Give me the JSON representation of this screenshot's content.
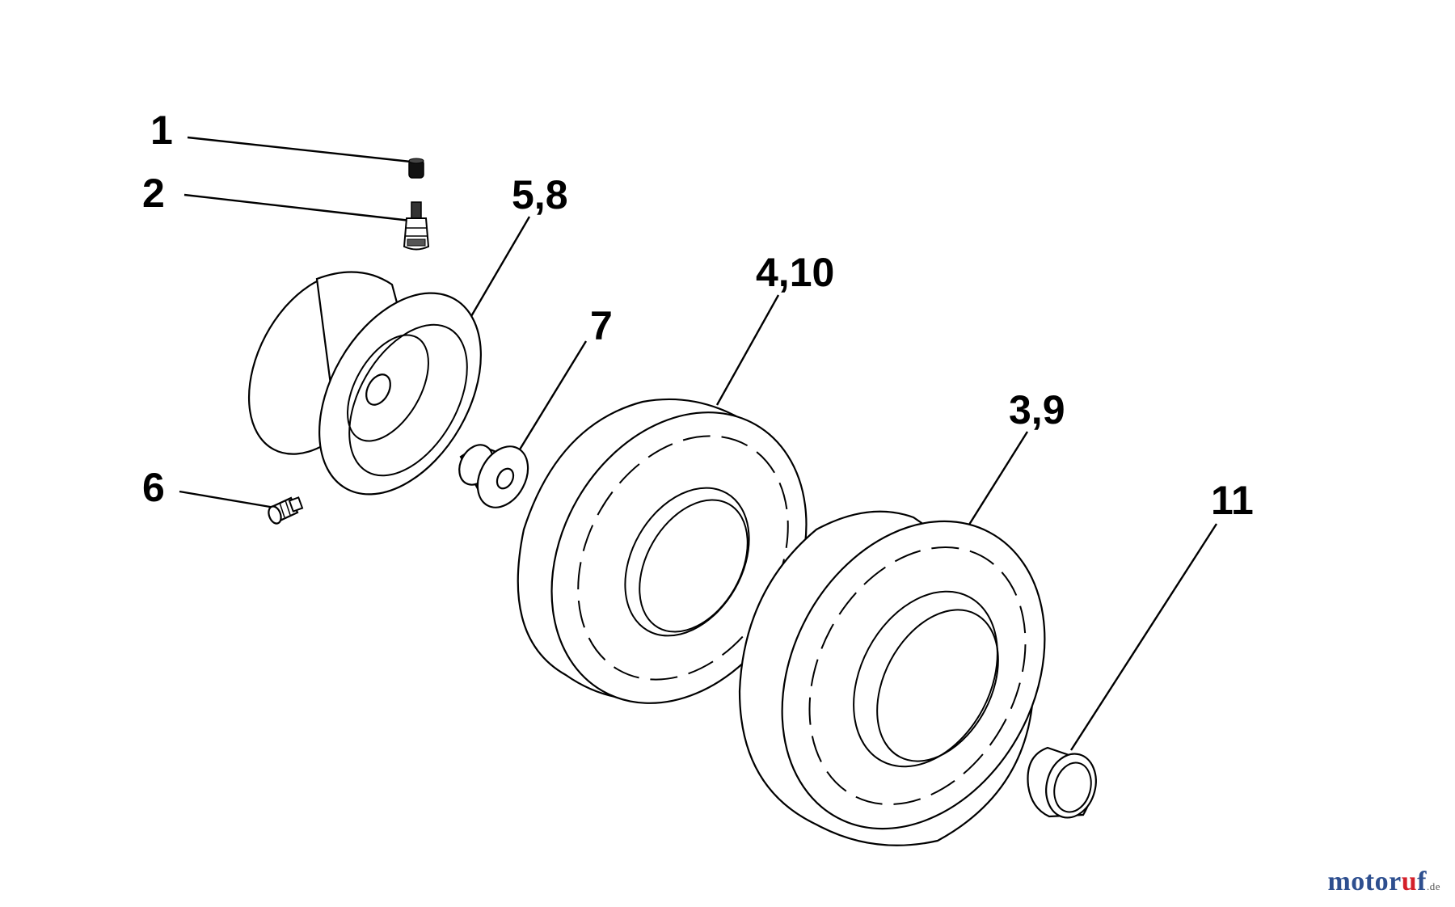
{
  "callouts": {
    "c1": "1",
    "c2": "2",
    "c58": "5,8",
    "c7": "7",
    "c410": "4,10",
    "c39": "3,9",
    "c6": "6",
    "c11": "11"
  },
  "watermark": {
    "a": "motor",
    "b": "u",
    "c": "f",
    "tld": ".de"
  },
  "colors": {
    "line": "#000000",
    "background": "#ffffff",
    "watermark_blue": "#2e4f8f",
    "watermark_red": "#d4202a"
  }
}
